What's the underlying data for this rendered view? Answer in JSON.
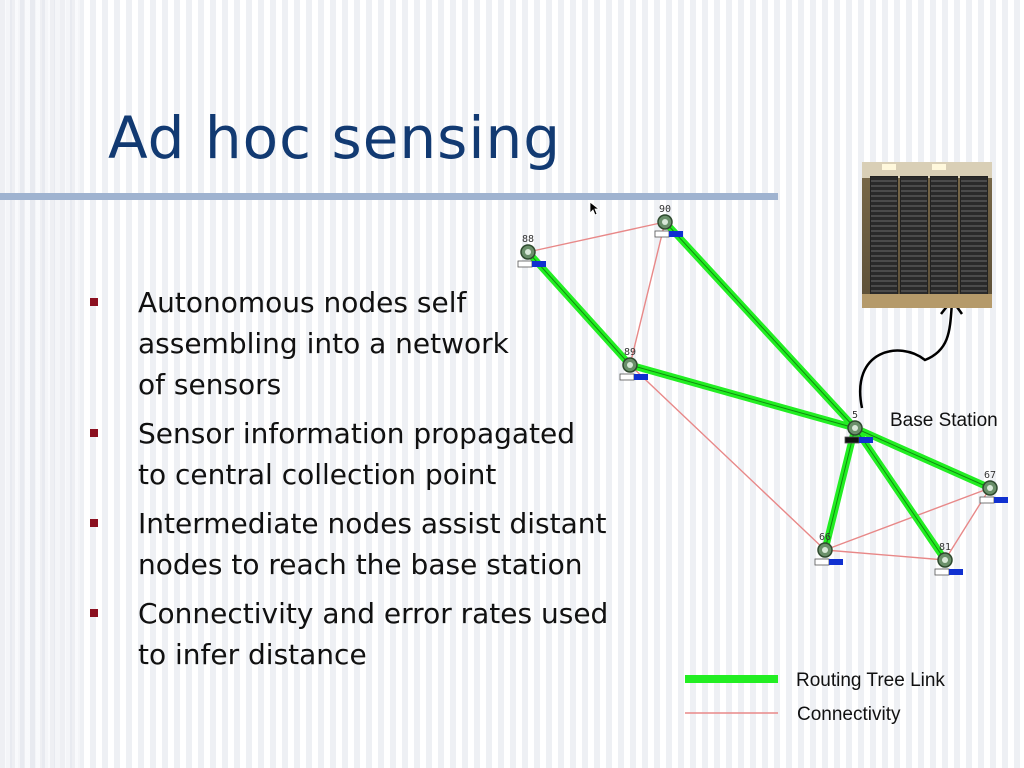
{
  "slide": {
    "title": "Ad hoc sensing",
    "bullets": [
      "Autonomous nodes self\nassembling into a network\nof sensors",
      "Sensor information propagated\n to central collection point",
      "Intermediate nodes assist distant\nnodes to reach the base station",
      "Connectivity and error rates used\nto infer distance"
    ]
  },
  "network": {
    "nodes": [
      {
        "id": "n90",
        "label": "90"
      },
      {
        "id": "n88",
        "label": "88"
      },
      {
        "id": "n89",
        "label": "89"
      },
      {
        "id": "n5",
        "label": "5"
      },
      {
        "id": "n67",
        "label": "67"
      },
      {
        "id": "n66",
        "label": "66"
      },
      {
        "id": "n81",
        "label": "81"
      }
    ],
    "routing_links": [
      [
        "n88",
        "n89"
      ],
      [
        "n90",
        "n5"
      ],
      [
        "n89",
        "n5"
      ],
      [
        "n5",
        "n67"
      ],
      [
        "n5",
        "n66"
      ],
      [
        "n5",
        "n81"
      ]
    ],
    "connectivity_links": [
      [
        "n88",
        "n90"
      ],
      [
        "n90",
        "n89"
      ],
      [
        "n89",
        "n66"
      ],
      [
        "n66",
        "n67"
      ],
      [
        "n66",
        "n81"
      ],
      [
        "n81",
        "n67"
      ],
      [
        "n66",
        "n5"
      ]
    ],
    "colors": {
      "routing": "#22ee22",
      "connectivity": "#e88888"
    }
  },
  "base_station": {
    "label": "Base Station"
  },
  "legend": {
    "routing_label": "Routing Tree Link",
    "connectivity_label": "Connectivity"
  },
  "icons": {
    "cursor": "mouse-cursor-icon",
    "sensor": "sensor-node-icon",
    "bullet": "square-bullet-icon",
    "arrow": "curved-arrow-icon"
  }
}
